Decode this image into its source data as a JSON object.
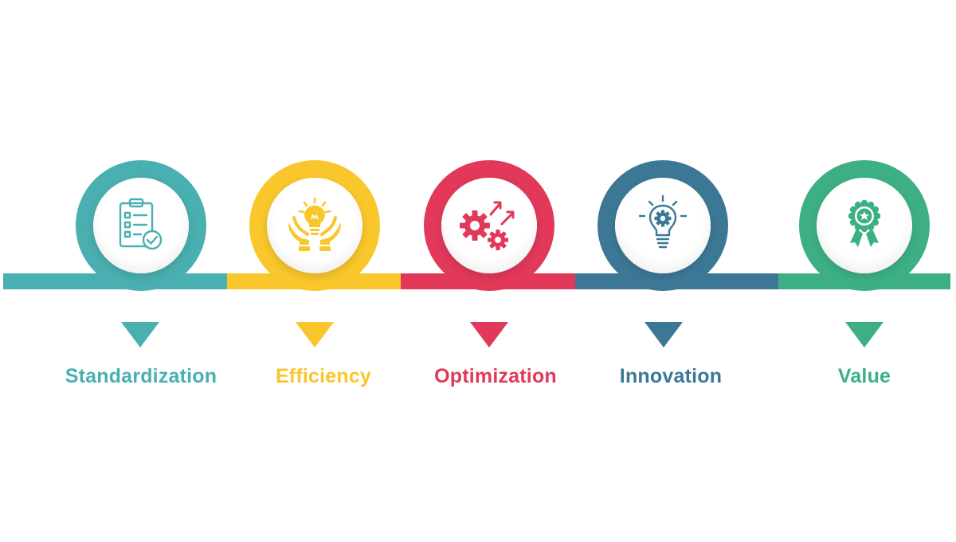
{
  "steps": [
    {
      "label": "Standardization",
      "color": "#4AAFB0",
      "icon": "clipboard-checklist-icon"
    },
    {
      "label": "Efficiency",
      "color": "#F9C62C",
      "icon": "hands-lightbulb-icon"
    },
    {
      "label": "Optimization",
      "color": "#E2385A",
      "icon": "gears-arrows-icon"
    },
    {
      "label": "Innovation",
      "color": "#3C7896",
      "icon": "lightbulb-gear-icon"
    },
    {
      "label": "Value",
      "color": "#3DB083",
      "icon": "award-badge-icon"
    }
  ]
}
